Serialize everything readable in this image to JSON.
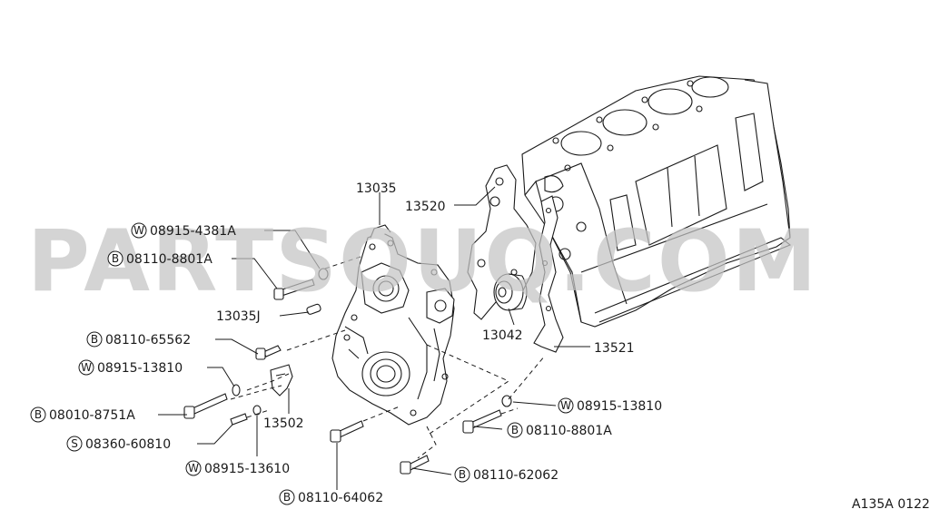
{
  "watermark": "PARTSOUQ.COM",
  "diagram_code": "A135A 0122",
  "callouts": {
    "p13035": "13035",
    "p13520": "13520",
    "p13035j": "13035J",
    "p13042": "13042",
    "p13521": "13521",
    "p13502": "13502",
    "w_4381a": {
      "badge": "W",
      "text": "08915-4381A"
    },
    "b_8801a_top": {
      "badge": "B",
      "text": "08110-8801A"
    },
    "b_65562": {
      "badge": "B",
      "text": "08110-65562"
    },
    "w_13810_left": {
      "badge": "W",
      "text": "08915-13810"
    },
    "b_8751a": {
      "badge": "B",
      "text": "08010-8751A"
    },
    "s_60810": {
      "badge": "S",
      "text": "08360-60810"
    },
    "w_13610": {
      "badge": "W",
      "text": "08915-13610"
    },
    "b_64062": {
      "badge": "B",
      "text": "08110-64062"
    },
    "b_62062": {
      "badge": "B",
      "text": "08110-62062"
    },
    "w_13810_right": {
      "badge": "W",
      "text": "08915-13810"
    },
    "b_8801a_right": {
      "badge": "B",
      "text": "08110-8801A"
    }
  }
}
